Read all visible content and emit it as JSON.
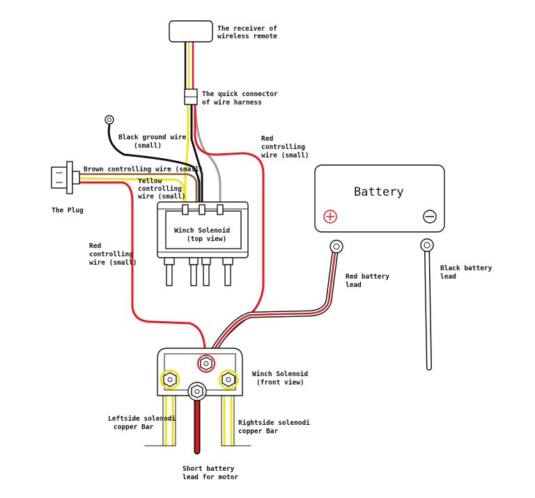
{
  "labels": {
    "receiver_line1": "The receiver of",
    "receiver_line2": "wireless remote",
    "connector_line1": "The quick connector",
    "connector_line2": "of wire harness",
    "black_ground_line1": "Black ground wire",
    "black_ground_line2": "(small)",
    "red_ctrl_top_line1": "Red",
    "red_ctrl_top_line2": "controlling",
    "red_ctrl_top_line3": "wire (small)",
    "brown_ctrl": "Brown controlling wire (small)",
    "yellow_ctrl_line1": "Yellow",
    "yellow_ctrl_line2": "controlling",
    "yellow_ctrl_line3": "wire (small)",
    "plug": "The Plug",
    "solenoid_top_line1": "Winch Solenoid",
    "solenoid_top_line2": "(top view)",
    "red_ctrl_left_line1": "Red",
    "red_ctrl_left_line2": "controlling",
    "red_ctrl_left_line3": "wire (small)",
    "battery": "Battery",
    "red_lead_line1": "Red battery",
    "red_lead_line2": "lead",
    "black_lead_line1": "Black battery",
    "black_lead_line2": "lead",
    "solenoid_front_line1": "Winch Solenoid",
    "solenoid_front_line2": "(front view)",
    "left_bar_line1": "Leftside solenodi",
    "left_bar_line2": "copper Bar",
    "right_bar_line1": "Rightside solenodi",
    "right_bar_line2": "copper Bar",
    "short_lead_line1": "Short battery",
    "short_lead_line2": "lead for motor"
  },
  "colors": {
    "red_wire": "#e8191e",
    "yellow_wire": "#f2e21a",
    "black_wire": "#111111",
    "gray_wire": "#9a9a9a",
    "brown_wire": "#8b5a2b",
    "outline": "#111111"
  }
}
